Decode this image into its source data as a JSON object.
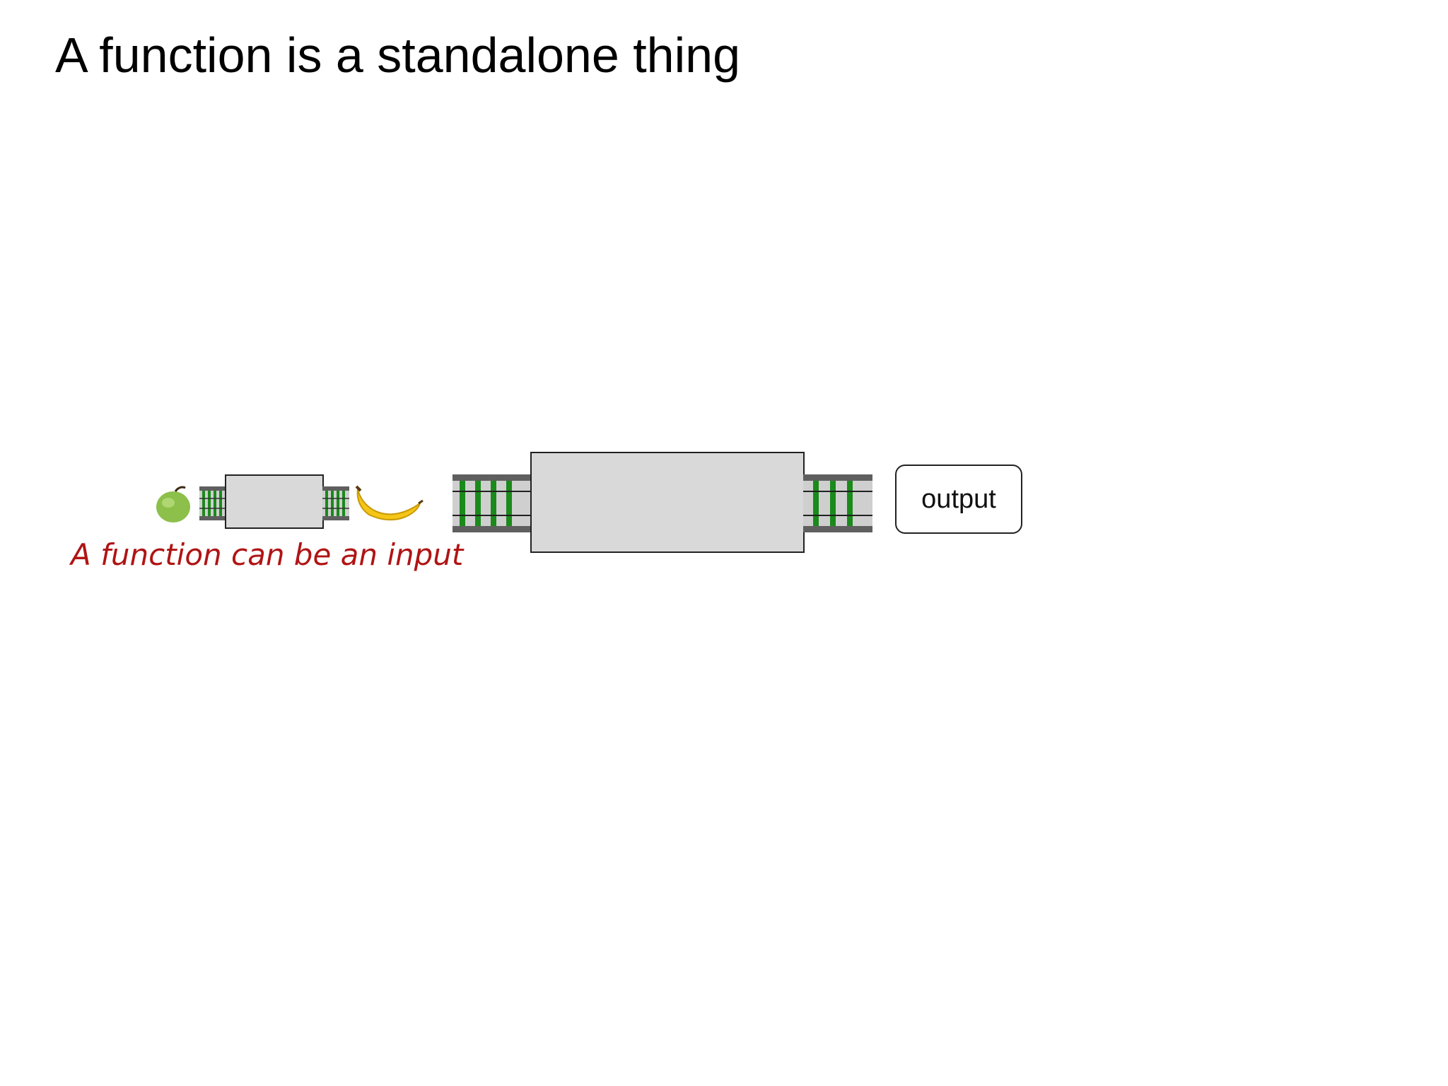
{
  "slide": {
    "title": "A function is a standalone thing"
  },
  "diagram": {
    "output_label": "output",
    "annotation": "A function can be an input",
    "icons": {
      "apple": "green-apple-icon",
      "banana": "banana-icon"
    },
    "colors": {
      "box_fill": "#d9d9d9",
      "rail": "#5f5f5f",
      "sleeper": "#1a8a1a",
      "annotation": "#b01414"
    }
  }
}
